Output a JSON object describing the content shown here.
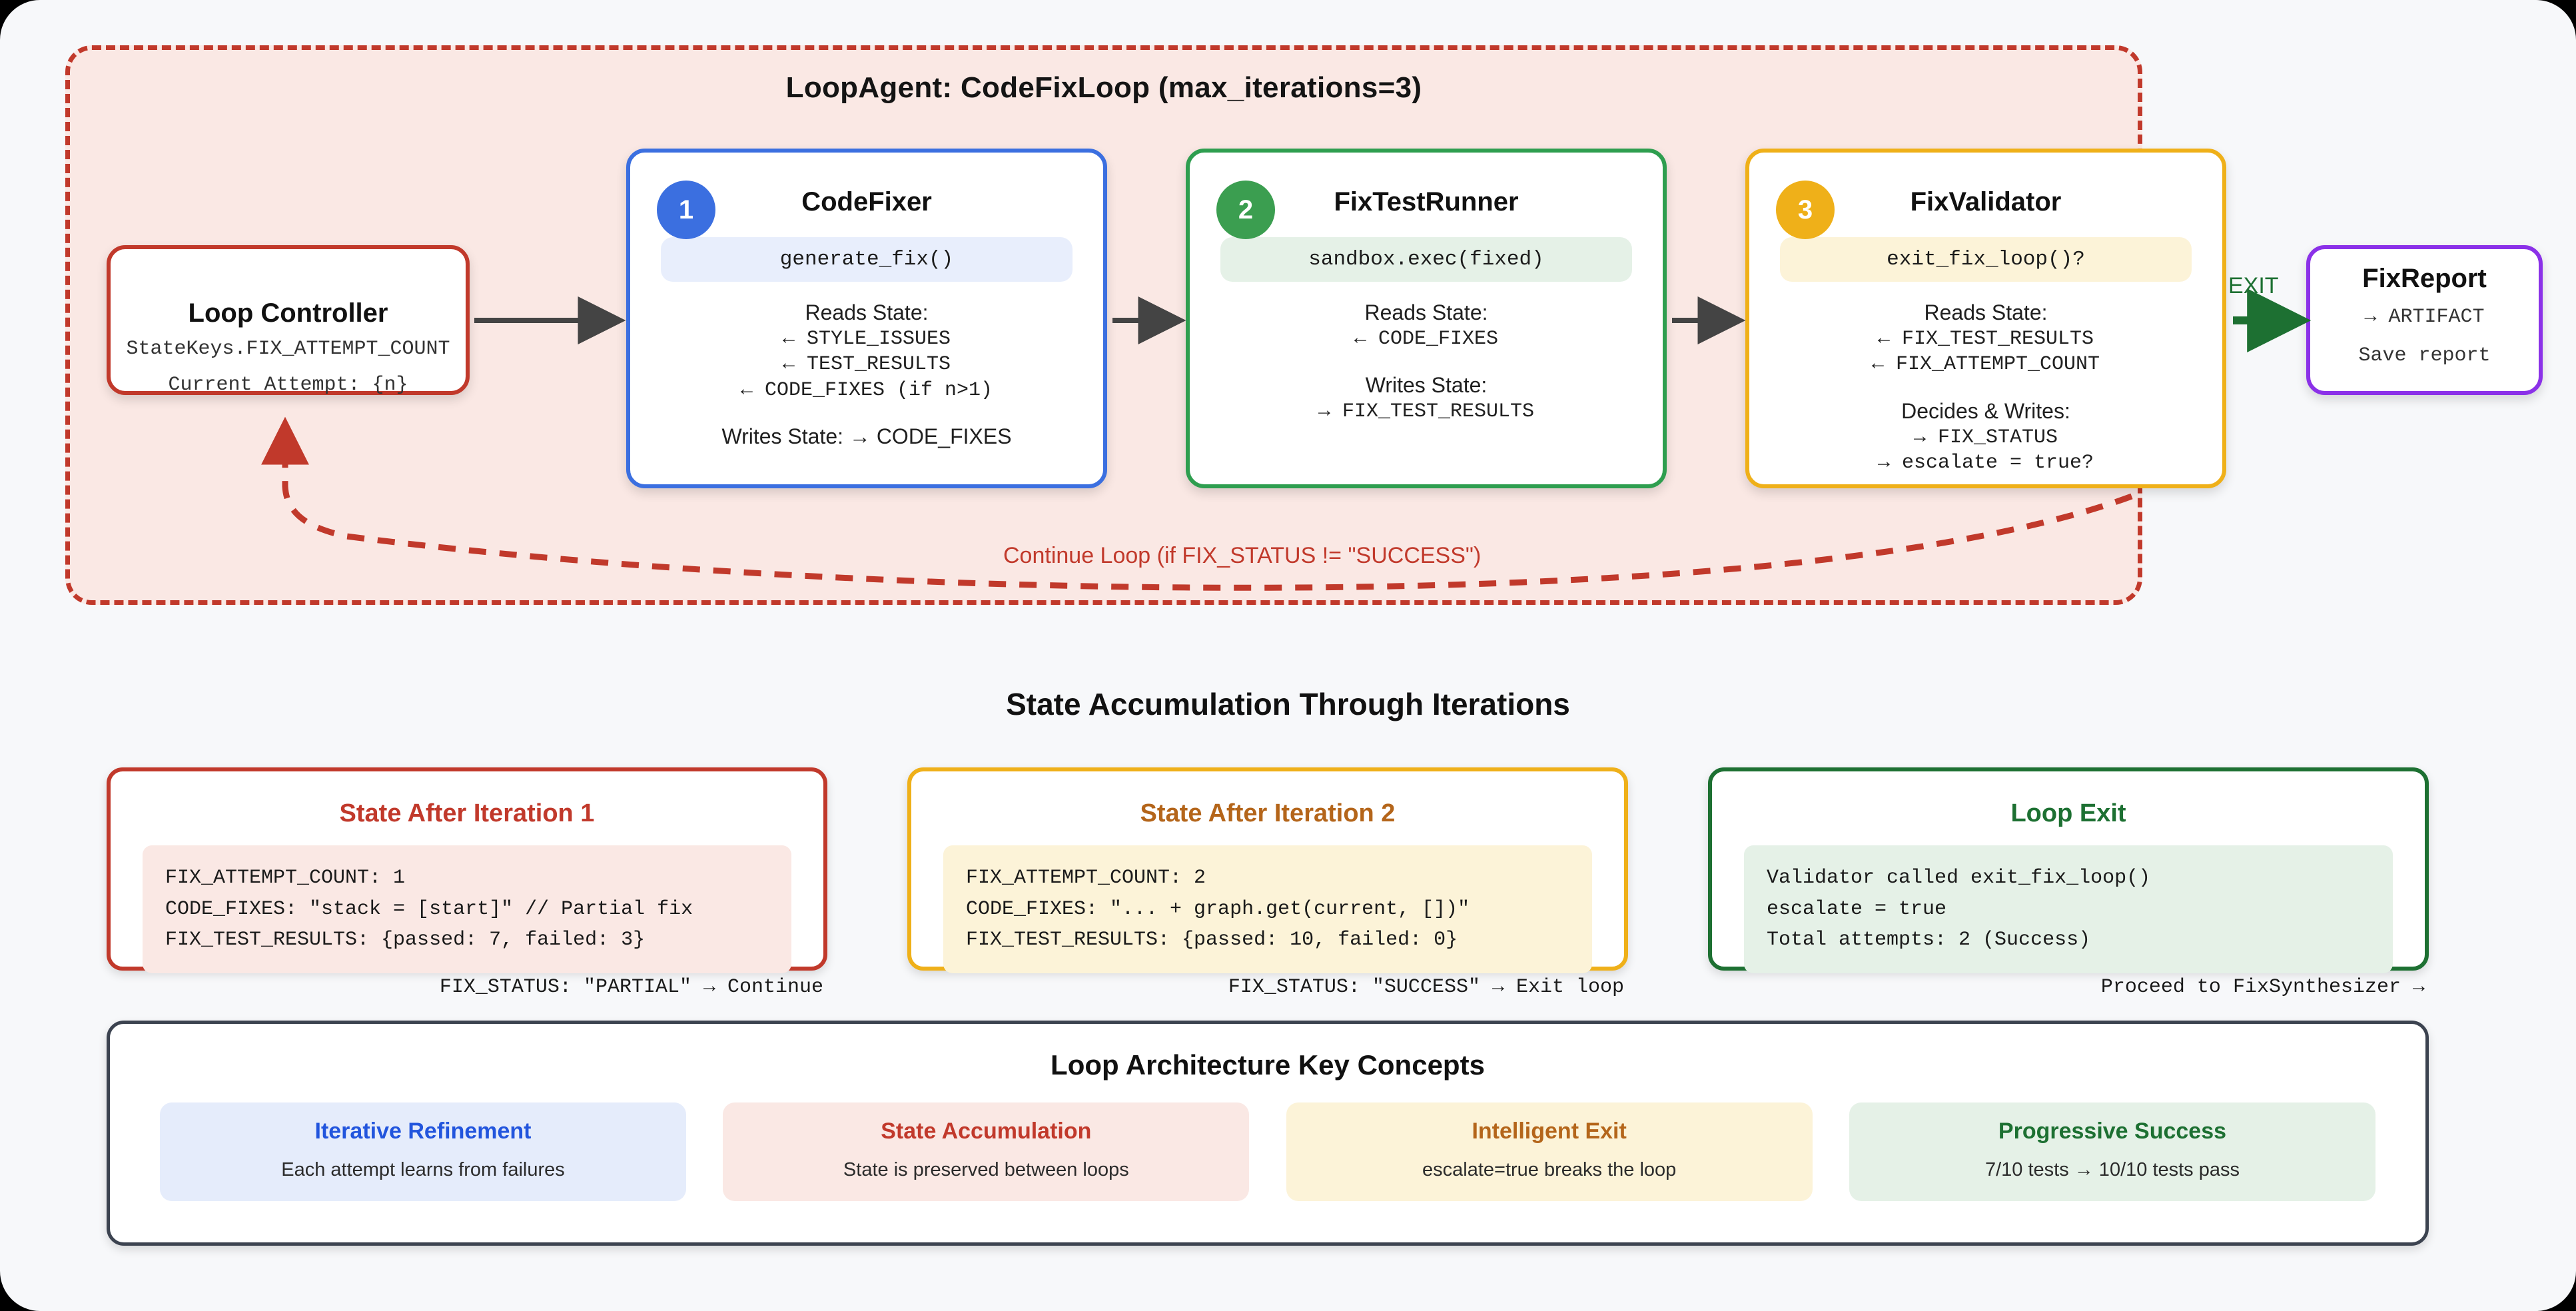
{
  "loop": {
    "title": "LoopAgent: CodeFixLoop (max_iterations=3)",
    "continue_label": "Continue Loop (if FIX_STATUS != \"SUCCESS\")",
    "exit_label": "EXIT"
  },
  "controller": {
    "title": "Loop Controller",
    "line1": "StateKeys.FIX_ATTEMPT_COUNT",
    "line2": "Current Attempt: {n}"
  },
  "agents": [
    {
      "badge": "1",
      "title": "CodeFixer",
      "chip": "generate_fix()",
      "reads_label": "Reads State:",
      "reads": [
        "← STYLE_ISSUES",
        "← TEST_RESULTS",
        "← CODE_FIXES (if n>1)"
      ],
      "writes_label": "Writes State: → CODE_FIXES",
      "writes": [],
      "accent": "#3b6fe0"
    },
    {
      "badge": "2",
      "title": "FixTestRunner",
      "chip": "sandbox.exec(fixed)",
      "reads_label": "Reads State:",
      "reads": [
        "← CODE_FIXES"
      ],
      "writes_label": "Writes State:",
      "writes": [
        "→ FIX_TEST_RESULTS"
      ],
      "accent": "#2e9e4f"
    },
    {
      "badge": "3",
      "title": "FixValidator",
      "chip": "exit_fix_loop()?",
      "reads_label": "Reads State:",
      "reads": [
        "← FIX_TEST_RESULTS",
        "← FIX_ATTEMPT_COUNT"
      ],
      "writes_label": "Decides & Writes:",
      "writes": [
        "→ FIX_STATUS",
        "→ escalate = true?"
      ],
      "accent": "#efb019"
    }
  ],
  "report": {
    "title": "FixReport",
    "line1": "→ ARTIFACT",
    "line2": "Save report"
  },
  "state_section": {
    "heading": "State Accumulation Through Iterations",
    "cards": [
      {
        "title": "State After Iteration 1",
        "lines": [
          "FIX_ATTEMPT_COUNT: 1",
          "CODE_FIXES: \"stack = [start]\" // Partial fix",
          "FIX_TEST_RESULTS: {passed: 7, failed: 3}"
        ],
        "footer": "FIX_STATUS: \"PARTIAL\" → Continue"
      },
      {
        "title": "State After Iteration 2",
        "lines": [
          "FIX_ATTEMPT_COUNT: 2",
          "CODE_FIXES: \"... + graph.get(current, [])\"",
          "FIX_TEST_RESULTS: {passed: 10, failed: 0}"
        ],
        "footer": "FIX_STATUS: \"SUCCESS\" → Exit loop"
      },
      {
        "title": "Loop Exit",
        "lines": [
          "Validator called exit_fix_loop()",
          "escalate = true",
          "Total attempts: 2 (Success)"
        ],
        "footer": "Proceed to FixSynthesizer →"
      }
    ]
  },
  "concepts": {
    "title": "Loop Architecture Key Concepts",
    "items": [
      {
        "title": "Iterative Refinement",
        "desc": "Each attempt learns from failures"
      },
      {
        "title": "State Accumulation",
        "desc": "State is preserved between loops"
      },
      {
        "title": "Intelligent Exit",
        "desc": "escalate=true breaks the loop"
      },
      {
        "title": "Progressive Success",
        "desc": "7/10 tests → 10/10 tests pass"
      }
    ]
  },
  "colors": {
    "loop_border": "#c1392b",
    "loop_fill": "#fae8e4",
    "canvas": "#f7f8fa",
    "blue": "#3b6fe0",
    "green": "#2e9e4f",
    "amber": "#efb019",
    "purple": "#8b31e8",
    "exit_green": "#1d7032",
    "arrow_gray": "#444444"
  }
}
